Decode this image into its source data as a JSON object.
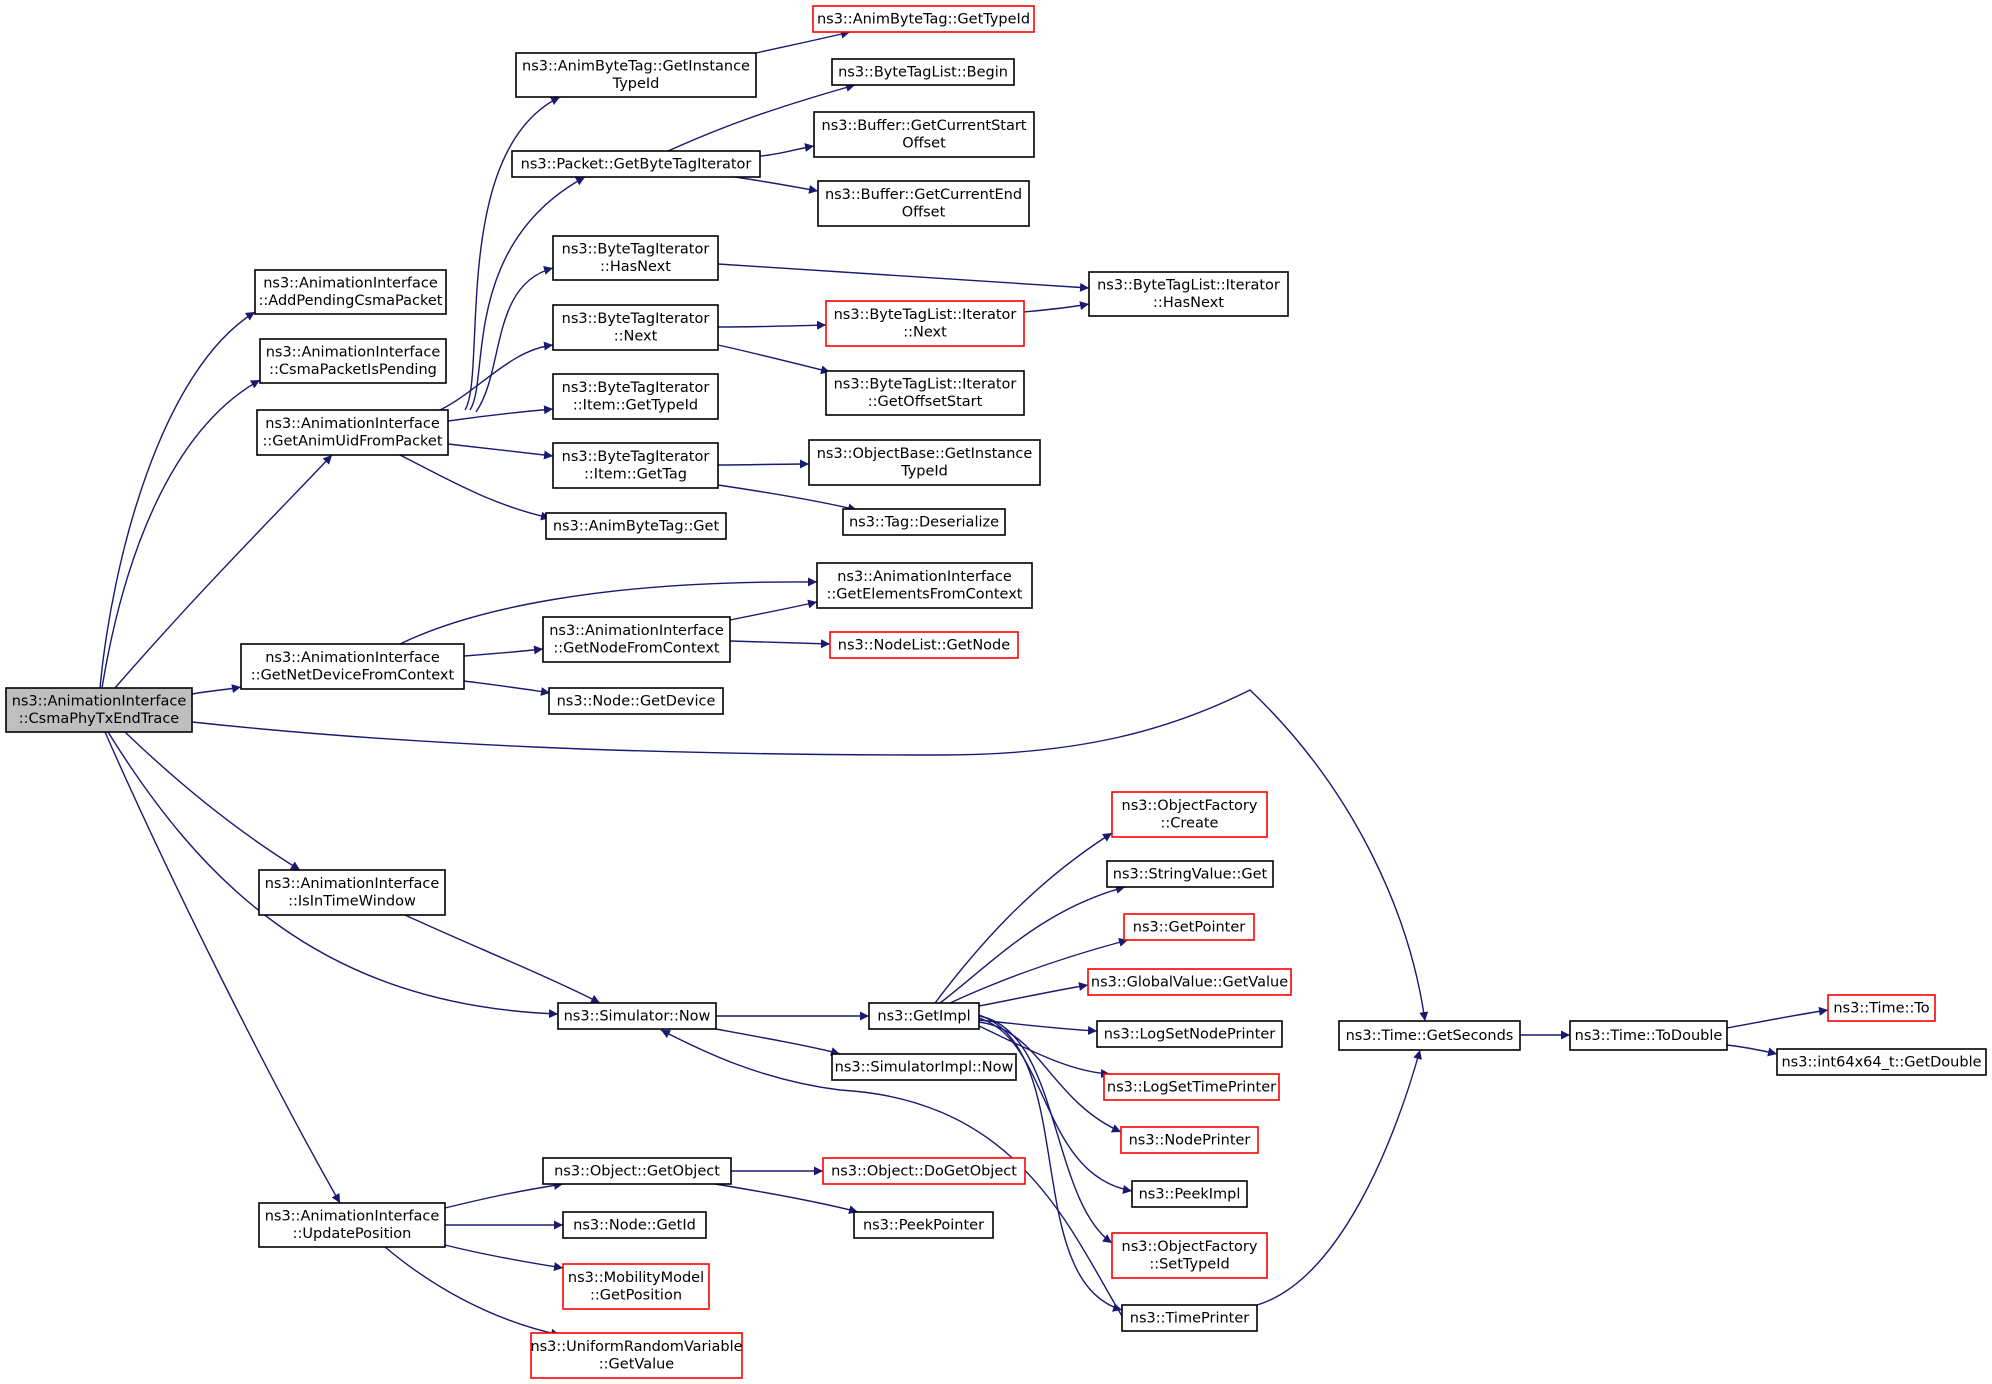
{
  "nodes": [
    {
      "id": "root",
      "lines": [
        "ns3::AnimationInterface",
        "::CsmaPhyTxEndTrace"
      ],
      "style": "root"
    },
    {
      "id": "addPending",
      "lines": [
        "ns3::AnimationInterface",
        "::AddPendingCsmaPacket"
      ],
      "style": "normal"
    },
    {
      "id": "isPending",
      "lines": [
        "ns3::AnimationInterface",
        "::CsmaPacketIsPending"
      ],
      "style": "normal"
    },
    {
      "id": "getAnimUid",
      "lines": [
        "ns3::AnimationInterface",
        "::GetAnimUidFromPacket"
      ],
      "style": "normal"
    },
    {
      "id": "getNetDev",
      "lines": [
        "ns3::AnimationInterface",
        "::GetNetDeviceFromContext"
      ],
      "style": "normal"
    },
    {
      "id": "isInTime",
      "lines": [
        "ns3::AnimationInterface",
        "::IsInTimeWindow"
      ],
      "style": "normal"
    },
    {
      "id": "updatePos",
      "lines": [
        "ns3::AnimationInterface",
        "::UpdatePosition"
      ],
      "style": "normal"
    },
    {
      "id": "abtGetTypeId",
      "lines": [
        "ns3::AnimByteTag::GetTypeId"
      ],
      "style": "red"
    },
    {
      "id": "abtGetInstTypeId",
      "lines": [
        "ns3::AnimByteTag::GetInstance",
        "TypeId"
      ],
      "style": "normal"
    },
    {
      "id": "btlBegin",
      "lines": [
        "ns3::ByteTagList::Begin"
      ],
      "style": "normal"
    },
    {
      "id": "pktGetBTI",
      "lines": [
        "ns3::Packet::GetByteTagIterator"
      ],
      "style": "normal"
    },
    {
      "id": "bufStart",
      "lines": [
        "ns3::Buffer::GetCurrentStart",
        "Offset"
      ],
      "style": "normal"
    },
    {
      "id": "bufEnd",
      "lines": [
        "ns3::Buffer::GetCurrentEnd",
        "Offset"
      ],
      "style": "normal"
    },
    {
      "id": "btiHasNext",
      "lines": [
        "ns3::ByteTagIterator",
        "::HasNext"
      ],
      "style": "normal"
    },
    {
      "id": "btlItHasNext",
      "lines": [
        "ns3::ByteTagList::Iterator",
        "::HasNext"
      ],
      "style": "normal"
    },
    {
      "id": "btiNext",
      "lines": [
        "ns3::ByteTagIterator",
        "::Next"
      ],
      "style": "normal"
    },
    {
      "id": "btlItNext",
      "lines": [
        "ns3::ByteTagList::Iterator",
        "::Next"
      ],
      "style": "red"
    },
    {
      "id": "btlItOffStart",
      "lines": [
        "ns3::ByteTagList::Iterator",
        "::GetOffsetStart"
      ],
      "style": "normal"
    },
    {
      "id": "btiItemTypeId",
      "lines": [
        "ns3::ByteTagIterator",
        "::Item::GetTypeId"
      ],
      "style": "normal"
    },
    {
      "id": "btiItemGetTag",
      "lines": [
        "ns3::ByteTagIterator",
        "::Item::GetTag"
      ],
      "style": "normal"
    },
    {
      "id": "objBaseTypeId",
      "lines": [
        "ns3::ObjectBase::GetInstance",
        "TypeId"
      ],
      "style": "normal"
    },
    {
      "id": "tagDeser",
      "lines": [
        "ns3::Tag::Deserialize"
      ],
      "style": "normal"
    },
    {
      "id": "abtGet",
      "lines": [
        "ns3::AnimByteTag::Get"
      ],
      "style": "normal"
    },
    {
      "id": "getElems",
      "lines": [
        "ns3::AnimationInterface",
        "::GetElementsFromContext"
      ],
      "style": "normal"
    },
    {
      "id": "getNodeCtx",
      "lines": [
        "ns3::AnimationInterface",
        "::GetNodeFromContext"
      ],
      "style": "normal"
    },
    {
      "id": "nodeListGetNode",
      "lines": [
        "ns3::NodeList::GetNode"
      ],
      "style": "red"
    },
    {
      "id": "nodeGetDevice",
      "lines": [
        "ns3::Node::GetDevice"
      ],
      "style": "normal"
    },
    {
      "id": "timeGetSeconds",
      "lines": [
        "ns3::Time::GetSeconds"
      ],
      "style": "normal"
    },
    {
      "id": "timeToDouble",
      "lines": [
        "ns3::Time::ToDouble"
      ],
      "style": "normal"
    },
    {
      "id": "timeTo",
      "lines": [
        "ns3::Time::To"
      ],
      "style": "red"
    },
    {
      "id": "int64GetDouble",
      "lines": [
        "ns3::int64x64_t::GetDouble"
      ],
      "style": "normal"
    },
    {
      "id": "simNow",
      "lines": [
        "ns3::Simulator::Now"
      ],
      "style": "normal"
    },
    {
      "id": "getImpl",
      "lines": [
        "ns3::GetImpl"
      ],
      "style": "normal"
    },
    {
      "id": "simImplNow",
      "lines": [
        "ns3::SimulatorImpl::Now"
      ],
      "style": "normal"
    },
    {
      "id": "objFactCreate",
      "lines": [
        "ns3::ObjectFactory",
        "::Create"
      ],
      "style": "red"
    },
    {
      "id": "strValGet",
      "lines": [
        "ns3::StringValue::Get"
      ],
      "style": "normal"
    },
    {
      "id": "getPointer",
      "lines": [
        "ns3::GetPointer"
      ],
      "style": "red"
    },
    {
      "id": "globalValGet",
      "lines": [
        "ns3::GlobalValue::GetValue"
      ],
      "style": "red"
    },
    {
      "id": "logSetNode",
      "lines": [
        "ns3::LogSetNodePrinter"
      ],
      "style": "normal"
    },
    {
      "id": "logSetTime",
      "lines": [
        "ns3::LogSetTimePrinter"
      ],
      "style": "red"
    },
    {
      "id": "nodePrinter",
      "lines": [
        "ns3::NodePrinter"
      ],
      "style": "red"
    },
    {
      "id": "peekImpl",
      "lines": [
        "ns3::PeekImpl"
      ],
      "style": "normal"
    },
    {
      "id": "objFactSetType",
      "lines": [
        "ns3::ObjectFactory",
        "::SetTypeId"
      ],
      "style": "red"
    },
    {
      "id": "timePrinter",
      "lines": [
        "ns3::TimePrinter"
      ],
      "style": "normal"
    },
    {
      "id": "objGetObject",
      "lines": [
        "ns3::Object::GetObject"
      ],
      "style": "normal"
    },
    {
      "id": "objDoGetObject",
      "lines": [
        "ns3::Object::DoGetObject"
      ],
      "style": "red"
    },
    {
      "id": "peekPointer",
      "lines": [
        "ns3::PeekPointer"
      ],
      "style": "normal"
    },
    {
      "id": "nodeGetId",
      "lines": [
        "ns3::Node::GetId"
      ],
      "style": "normal"
    },
    {
      "id": "mobGetPos",
      "lines": [
        "ns3::MobilityModel",
        "::GetPosition"
      ],
      "style": "red"
    },
    {
      "id": "urvGetValue",
      "lines": [
        "ns3::UniformRandomVariable",
        "::GetValue"
      ],
      "style": "red"
    }
  ],
  "edges": [
    {
      "from": "root",
      "to": "addPending"
    },
    {
      "from": "root",
      "to": "isPending"
    },
    {
      "from": "root",
      "to": "getAnimUid"
    },
    {
      "from": "root",
      "to": "getNetDev"
    },
    {
      "from": "root",
      "to": "timeGetSeconds"
    },
    {
      "from": "root",
      "to": "isInTime"
    },
    {
      "from": "root",
      "to": "simNow"
    },
    {
      "from": "root",
      "to": "updatePos"
    },
    {
      "from": "getAnimUid",
      "to": "abtGetInstTypeId"
    },
    {
      "from": "getAnimUid",
      "to": "pktGetBTI"
    },
    {
      "from": "getAnimUid",
      "to": "btiHasNext"
    },
    {
      "from": "getAnimUid",
      "to": "btiNext"
    },
    {
      "from": "getAnimUid",
      "to": "btiItemTypeId"
    },
    {
      "from": "getAnimUid",
      "to": "btiItemGetTag"
    },
    {
      "from": "getAnimUid",
      "to": "abtGet"
    },
    {
      "from": "abtGetInstTypeId",
      "to": "abtGetTypeId"
    },
    {
      "from": "pktGetBTI",
      "to": "btlBegin"
    },
    {
      "from": "pktGetBTI",
      "to": "bufStart"
    },
    {
      "from": "pktGetBTI",
      "to": "bufEnd"
    },
    {
      "from": "btiHasNext",
      "to": "btlItHasNext"
    },
    {
      "from": "btiNext",
      "to": "btlItNext"
    },
    {
      "from": "btiNext",
      "to": "btlItOffStart"
    },
    {
      "from": "btlItNext",
      "to": "btlItHasNext"
    },
    {
      "from": "btiItemGetTag",
      "to": "objBaseTypeId"
    },
    {
      "from": "btiItemGetTag",
      "to": "tagDeser"
    },
    {
      "from": "getNetDev",
      "to": "getElems"
    },
    {
      "from": "getNetDev",
      "to": "getNodeCtx"
    },
    {
      "from": "getNetDev",
      "to": "nodeGetDevice"
    },
    {
      "from": "getNodeCtx",
      "to": "getElems"
    },
    {
      "from": "getNodeCtx",
      "to": "nodeListGetNode"
    },
    {
      "from": "isInTime",
      "to": "simNow"
    },
    {
      "from": "simNow",
      "to": "getImpl"
    },
    {
      "from": "simNow",
      "to": "simImplNow"
    },
    {
      "from": "getImpl",
      "to": "objFactCreate"
    },
    {
      "from": "getImpl",
      "to": "strValGet"
    },
    {
      "from": "getImpl",
      "to": "getPointer"
    },
    {
      "from": "getImpl",
      "to": "globalValGet"
    },
    {
      "from": "getImpl",
      "to": "logSetNode"
    },
    {
      "from": "getImpl",
      "to": "logSetTime"
    },
    {
      "from": "getImpl",
      "to": "nodePrinter"
    },
    {
      "from": "getImpl",
      "to": "peekImpl"
    },
    {
      "from": "getImpl",
      "to": "objFactSetType"
    },
    {
      "from": "getImpl",
      "to": "timePrinter"
    },
    {
      "from": "timePrinter",
      "to": "simNow"
    },
    {
      "from": "timePrinter",
      "to": "timeGetSeconds"
    },
    {
      "from": "timeGetSeconds",
      "to": "timeToDouble"
    },
    {
      "from": "timeToDouble",
      "to": "timeTo"
    },
    {
      "from": "timeToDouble",
      "to": "int64GetDouble"
    },
    {
      "from": "updatePos",
      "to": "objGetObject"
    },
    {
      "from": "updatePos",
      "to": "nodeGetId"
    },
    {
      "from": "updatePos",
      "to": "mobGetPos"
    },
    {
      "from": "updatePos",
      "to": "urvGetValue"
    },
    {
      "from": "objGetObject",
      "to": "objDoGetObject"
    },
    {
      "from": "objGetObject",
      "to": "peekPointer"
    }
  ],
  "colors": {
    "edge": "#191970",
    "red_border": "#ff0000",
    "root_fill": "#bfbfbf"
  }
}
